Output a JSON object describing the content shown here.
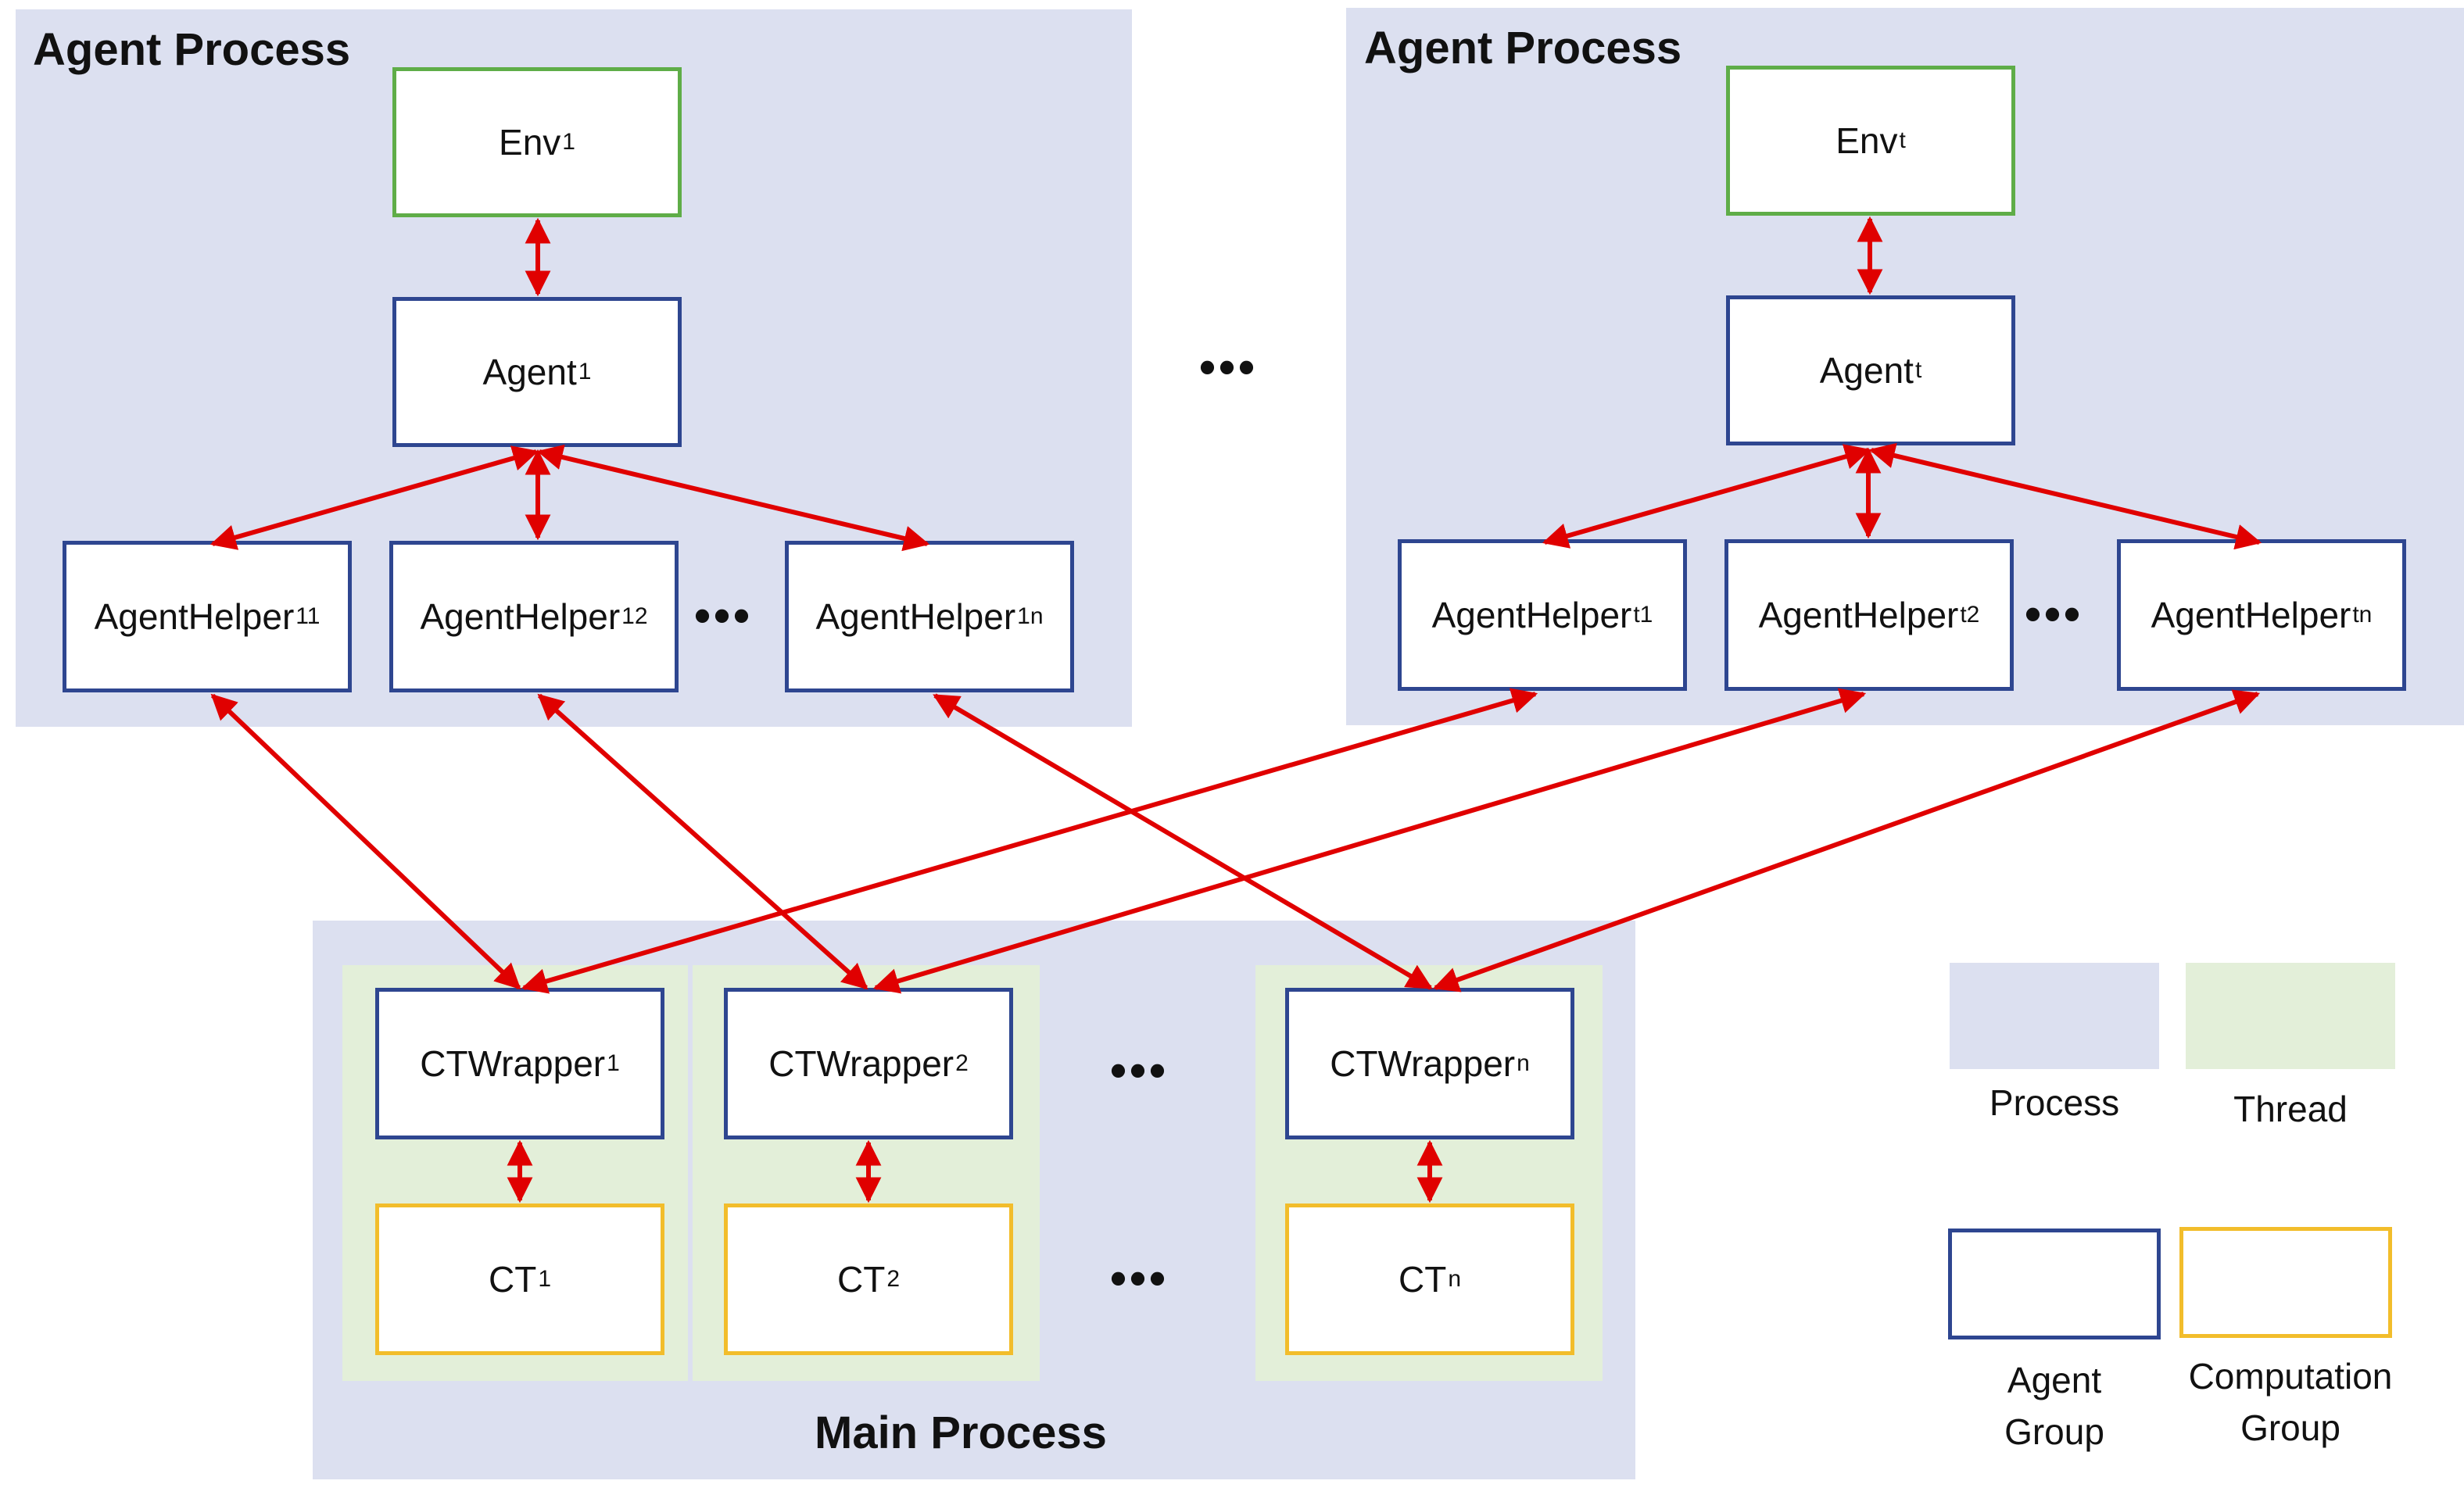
{
  "agent_process_left": {
    "title": "Agent Process",
    "env": {
      "name": "Env",
      "sub": "1"
    },
    "agent": {
      "name": "Agent",
      "sub": "1"
    },
    "helpers": [
      {
        "name": "AgentHelper",
        "sub": "11"
      },
      {
        "name": "AgentHelper",
        "sub": "12"
      },
      {
        "name": "AgentHelper",
        "sub": "1n"
      }
    ],
    "ellipsis": "•••"
  },
  "agent_process_right": {
    "title": "Agent Process",
    "env": {
      "name": "Env",
      "sub": "t"
    },
    "agent": {
      "name": "Agent",
      "sub": "t"
    },
    "helpers": [
      {
        "name": "AgentHelper",
        "sub": "t1"
      },
      {
        "name": "AgentHelper",
        "sub": "t2"
      },
      {
        "name": "AgentHelper",
        "sub": "tn"
      }
    ],
    "ellipsis": "•••"
  },
  "between_processes_ellipsis": "•••",
  "main_process": {
    "title": "Main Process",
    "wrappers": [
      {
        "name": "CTWrapper",
        "sub": "1"
      },
      {
        "name": "CTWrapper",
        "sub": "2"
      },
      {
        "name": "CTWrapper",
        "sub": "n"
      }
    ],
    "cts": [
      {
        "name": "CT",
        "sub": "1"
      },
      {
        "name": "CT",
        "sub": "2"
      },
      {
        "name": "CT",
        "sub": "n"
      }
    ],
    "wrapper_ellipsis": "•••",
    "ct_ellipsis": "•••"
  },
  "legend": {
    "process": "Process",
    "thread": "Thread",
    "agent_group_line1": "Agent",
    "agent_group_line2": "Group",
    "computation_group_line1": "Computation",
    "computation_group_line2": "Group"
  },
  "colors": {
    "process_fill": "#dce0f0",
    "thread_fill": "#e3efd9",
    "agent_border": "#2e4690",
    "env_border": "#5fad48",
    "computation_border": "#f2bd2b",
    "arrow": "#e00000"
  }
}
